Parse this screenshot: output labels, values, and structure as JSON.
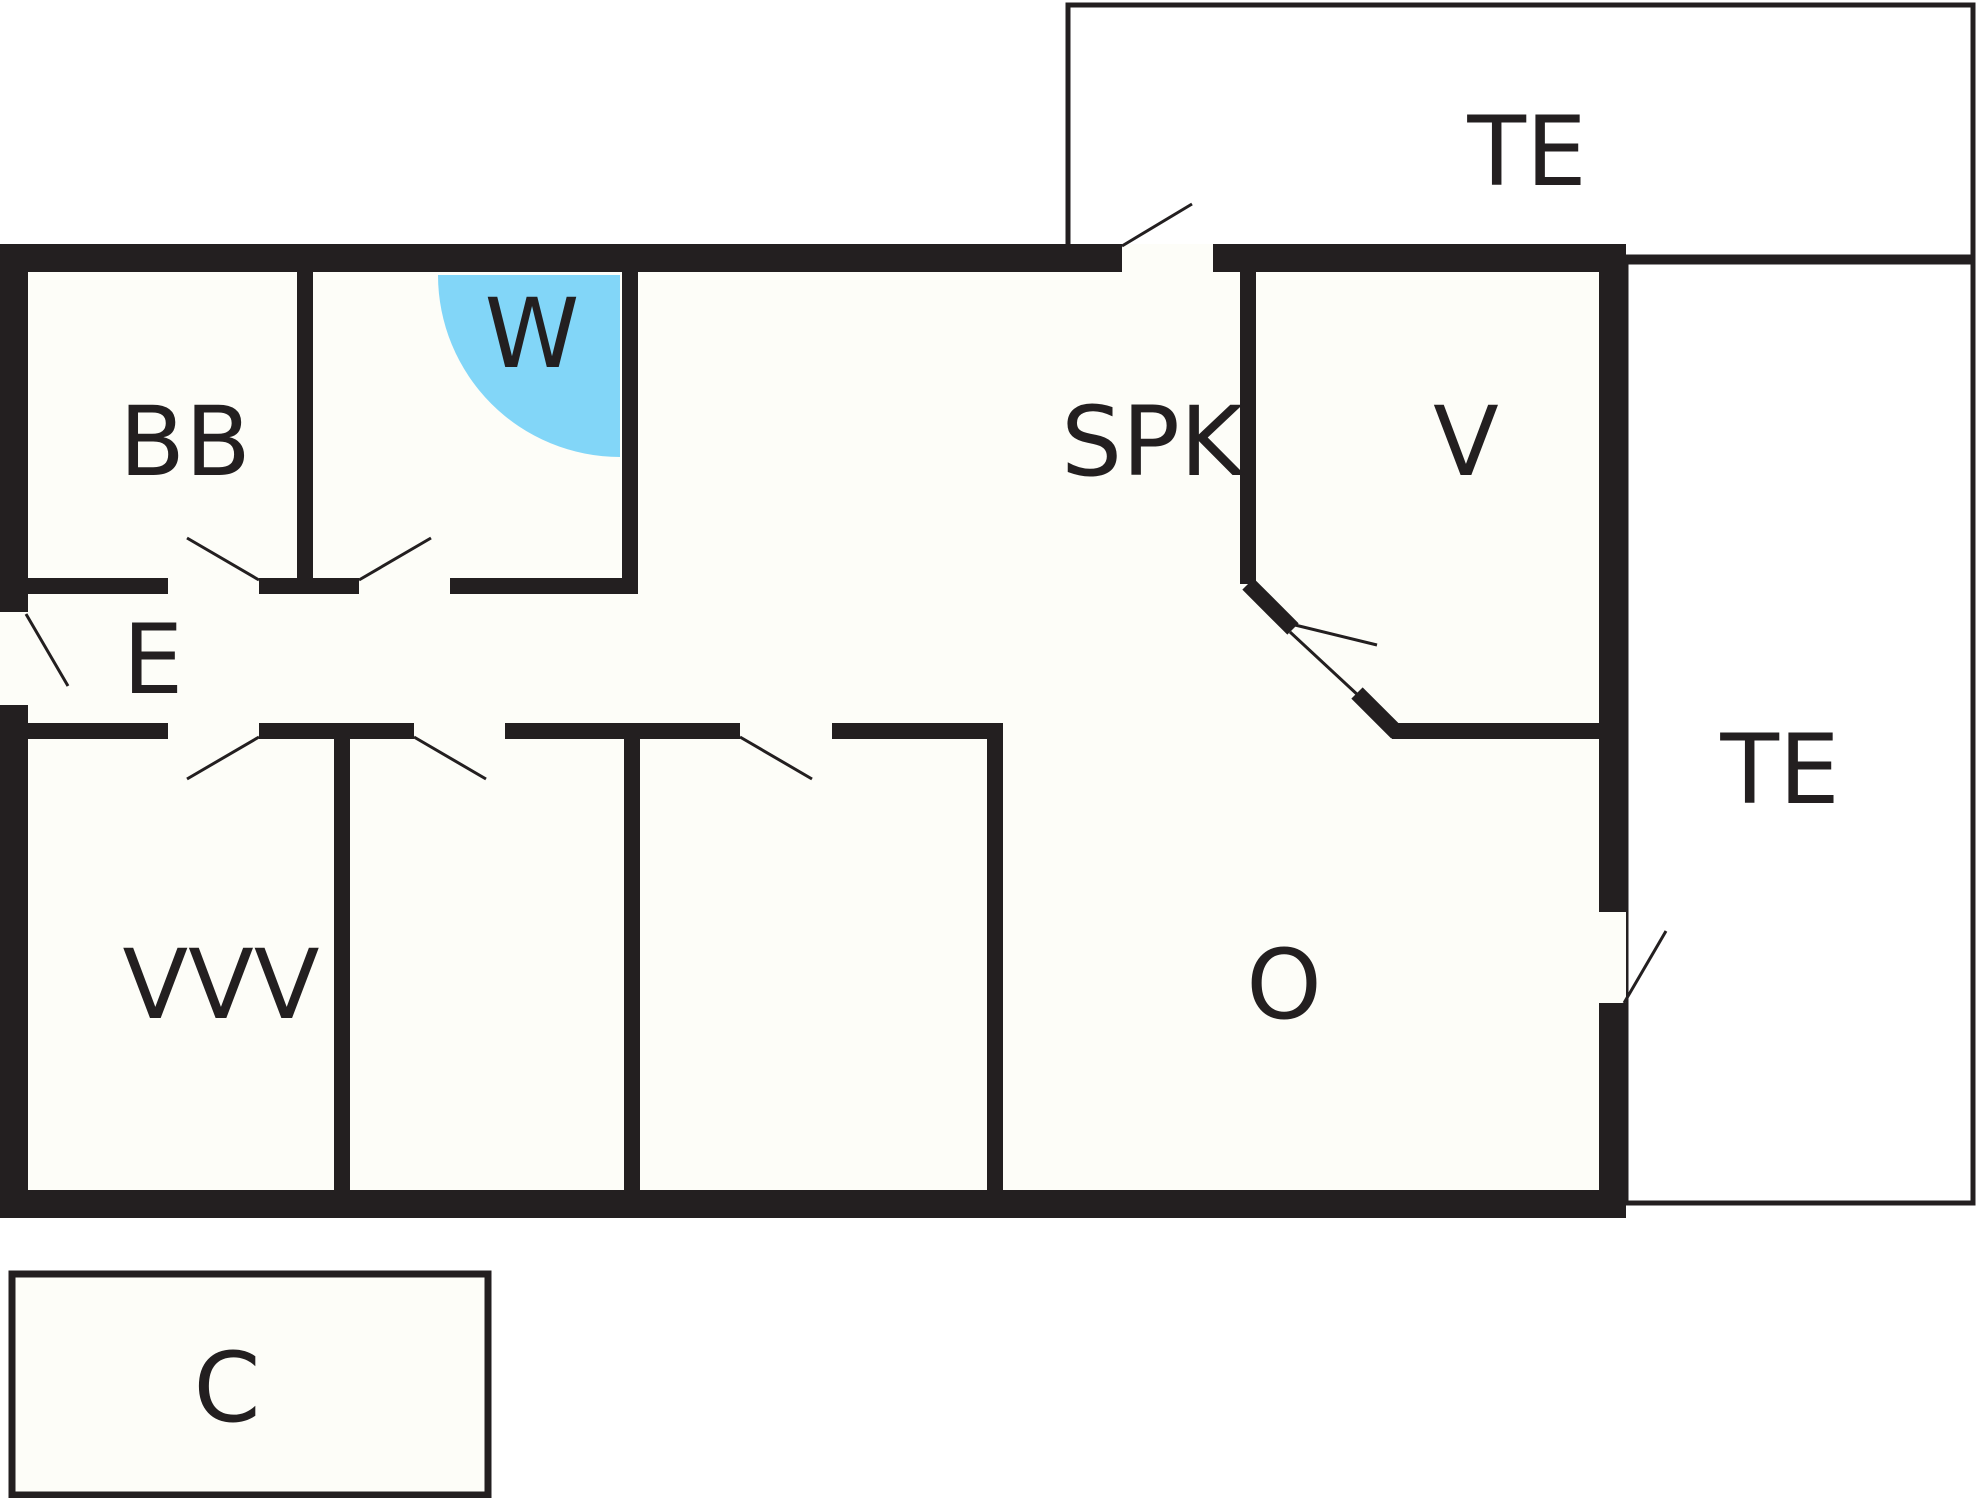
{
  "plan": {
    "rooms": {
      "bathroom": "BB",
      "toilet": "W",
      "kitchen": "SPK",
      "utility": "V",
      "hall": "E",
      "bedroom": "VVV",
      "living": "O",
      "terrace_top": "TE",
      "terrace_right": "TE",
      "storage": "C"
    },
    "colors": {
      "wall": "#231f20",
      "floor": "#fdfdf8",
      "shower": "#82d6f8"
    }
  }
}
